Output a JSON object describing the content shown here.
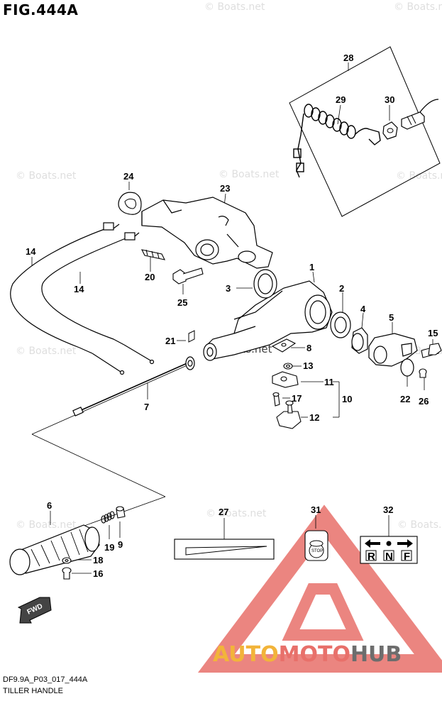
{
  "figure": {
    "title": "FIG.444A",
    "code": "DF9.9A_P03_017_444A",
    "name": "TILLER HANDLE"
  },
  "watermark": {
    "text": "© Boats.net"
  },
  "branding": {
    "part1": "AUTO",
    "part2": "MOTO",
    "part3": "HUB",
    "colors": {
      "auto": "#f2b43a",
      "moto": "#e8706a",
      "hub": "#6d6d6d",
      "triangle": "#e8706a"
    }
  },
  "labels": {
    "p1": "1",
    "p2": "2",
    "p3": "3",
    "p4": "4",
    "p5": "5",
    "p6": "6",
    "p7": "7",
    "p8": "8",
    "p9": "9",
    "p10": "10",
    "p11": "11",
    "p12": "12",
    "p13": "13",
    "p14a": "14",
    "p14b": "14",
    "p15": "15",
    "p16": "16",
    "p17": "17",
    "p18": "18",
    "p19": "19",
    "p20": "20",
    "p21": "21",
    "p22": "22",
    "p23": "23",
    "p24": "24",
    "p25": "25",
    "p26": "26",
    "p27": "27",
    "p28": "28",
    "p29": "29",
    "p30": "30",
    "p31": "31",
    "p32": "32"
  },
  "shift_sticker": {
    "r": "R",
    "n": "N",
    "f": "F"
  },
  "stop_sticker": {
    "text": "STOP"
  },
  "fwd_arrow": {
    "text": "FWD"
  }
}
